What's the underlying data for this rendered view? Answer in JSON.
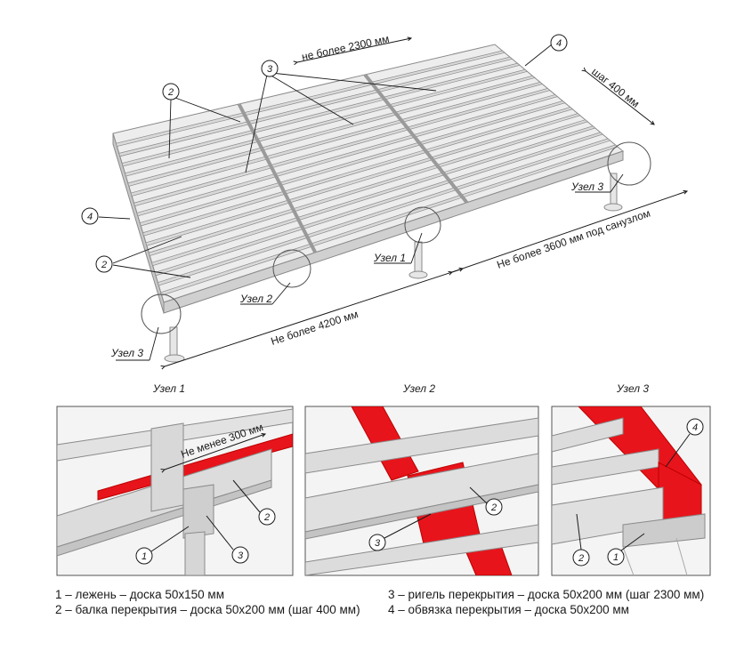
{
  "main_labels": {
    "dim_2300": "не более 2300 мм",
    "dim_400": "шаг 400 мм",
    "dim_3600": "Не более 3600 мм под санузлом",
    "dim_4200": "Не более 4200 мм",
    "node1": "Узел 1",
    "node2": "Узел 2",
    "node3": "Узел 3"
  },
  "callouts": {
    "c1": "1",
    "c2": "2",
    "c3": "3",
    "c4": "4"
  },
  "details": {
    "title1": "Узел 1",
    "title2": "Узел 2",
    "title3": "Узел 3",
    "dim_300": "Не менее 300 мм"
  },
  "colors": {
    "red": "#e8141b",
    "beam": "#dcdcdc",
    "edge": "#8a8a8a"
  },
  "legend": {
    "item1": "1 – лежень – доска 50х150 мм",
    "item2": "2 – балка перекрытия – доска 50х200 мм (шаг 400 мм)",
    "item3": "3 – ригель перекрытия – доска 50х200 мм (шаг 2300 мм)",
    "item4": "4 – обвязка перекрытия – доска 50х200 мм"
  }
}
